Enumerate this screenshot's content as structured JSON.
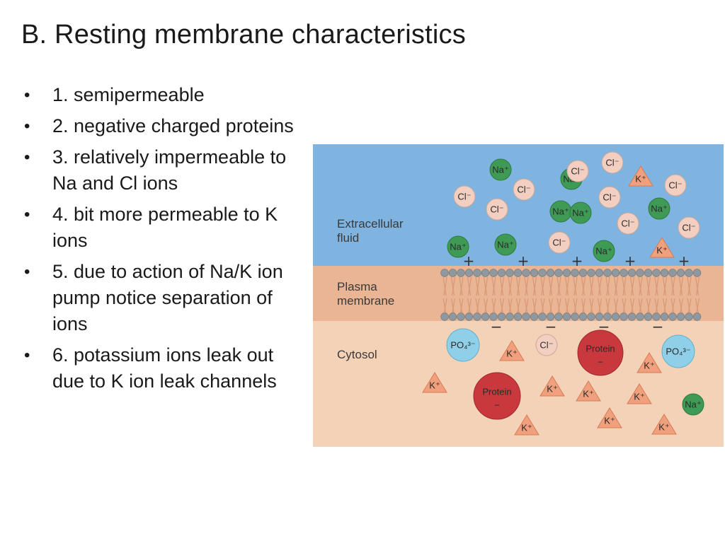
{
  "slide": {
    "title": "B.  Resting membrane characteristics",
    "bullets": [
      "1.  semipermeable",
      "2.  negative charged proteins",
      "3.  relatively impermeable to Na and Cl ions",
      "4.  bit more permeable to K ions",
      "5.  due to action of Na/K ion pump notice separation of ions",
      "6.  potassium ions leak out due to K ion leak channels"
    ],
    "bullet_glyph": "•"
  },
  "figure": {
    "labels": {
      "extracellular": "Extracellular",
      "fluid": "fluid",
      "plasma": "Plasma",
      "membrane": "membrane",
      "cytosol": "Cytosol"
    },
    "ions": {
      "na": "Na⁺",
      "cl": "Cl⁻",
      "k": "K⁺",
      "po4": "PO₄³⁻",
      "protein": "Protein",
      "minus": "−",
      "plus": "+"
    },
    "colors": {
      "extracellular": "#7fb3e0",
      "membrane": "#e9b594",
      "cytosol": "#f3d2b8",
      "na": "#3e9a54",
      "cl": "#f3cfc1",
      "k": "#f0a07c",
      "po4": "#8fd0e8",
      "protein": "#c8383c",
      "head": "#8f989f"
    }
  }
}
